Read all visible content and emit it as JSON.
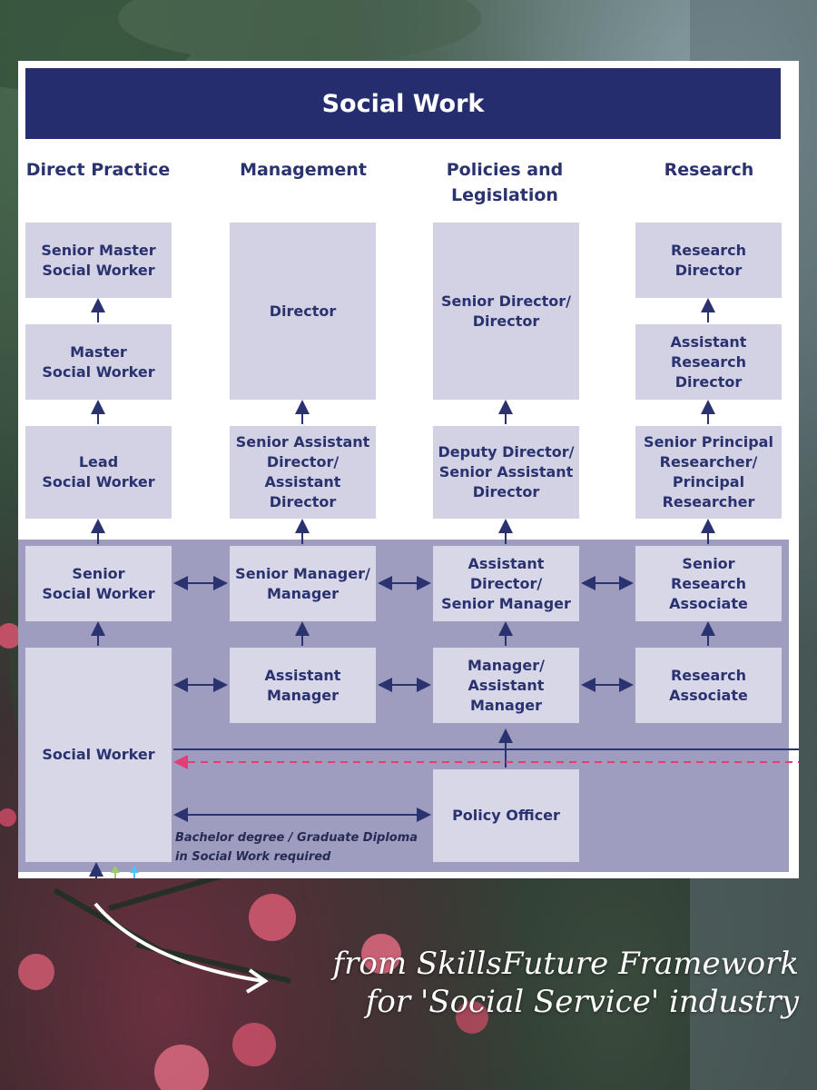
{
  "title": "Social Work",
  "columns": [
    {
      "label": "Direct Practice"
    },
    {
      "label": "Management"
    },
    {
      "label": "Policies and\nLegislation"
    },
    {
      "label": "Research"
    }
  ],
  "direct_practice": {
    "senior_master": "Senior Master\nSocial Worker",
    "master": "Master\nSocial Worker",
    "lead": "Lead\nSocial Worker",
    "senior": "Senior\nSocial Worker",
    "social_worker": "Social Worker"
  },
  "management": {
    "director": "Director",
    "senior_assistant_director": "Senior Assistant\nDirector/\nAssistant\nDirector",
    "senior_manager": "Senior Manager/\nManager",
    "assistant_manager": "Assistant\nManager"
  },
  "policies": {
    "senior_director": "Senior Director/\nDirector",
    "deputy_director": "Deputy Director/\nSenior Assistant\nDirector",
    "assistant_director": "Assistant\nDirector/\nSenior Manager",
    "manager": "Manager/\nAssistant\nManager",
    "policy_officer": "Policy Officer"
  },
  "research": {
    "research_director": "Research\nDirector",
    "assistant_research_director": "Assistant\nResearch\nDirector",
    "senior_principal": "Senior Principal\nResearcher/\nPrincipal\nResearcher",
    "senior_associate": "Senior\nResearch\nAssociate",
    "associate": "Research\nAssociate"
  },
  "requirement_note": "Bachelor degree / Graduate Diploma\nin Social Work required",
  "caption": "from SkillsFuture Framework\nfor 'Social Service' industry",
  "colors": {
    "title_bar": "#252d6e",
    "box": "#d3d2e4",
    "band": "#9e9dbf",
    "text": "#2a3270",
    "dashed_line": "#e0407a",
    "arrow_green": "#9ccc65",
    "arrow_cyan": "#4fc3f7"
  }
}
